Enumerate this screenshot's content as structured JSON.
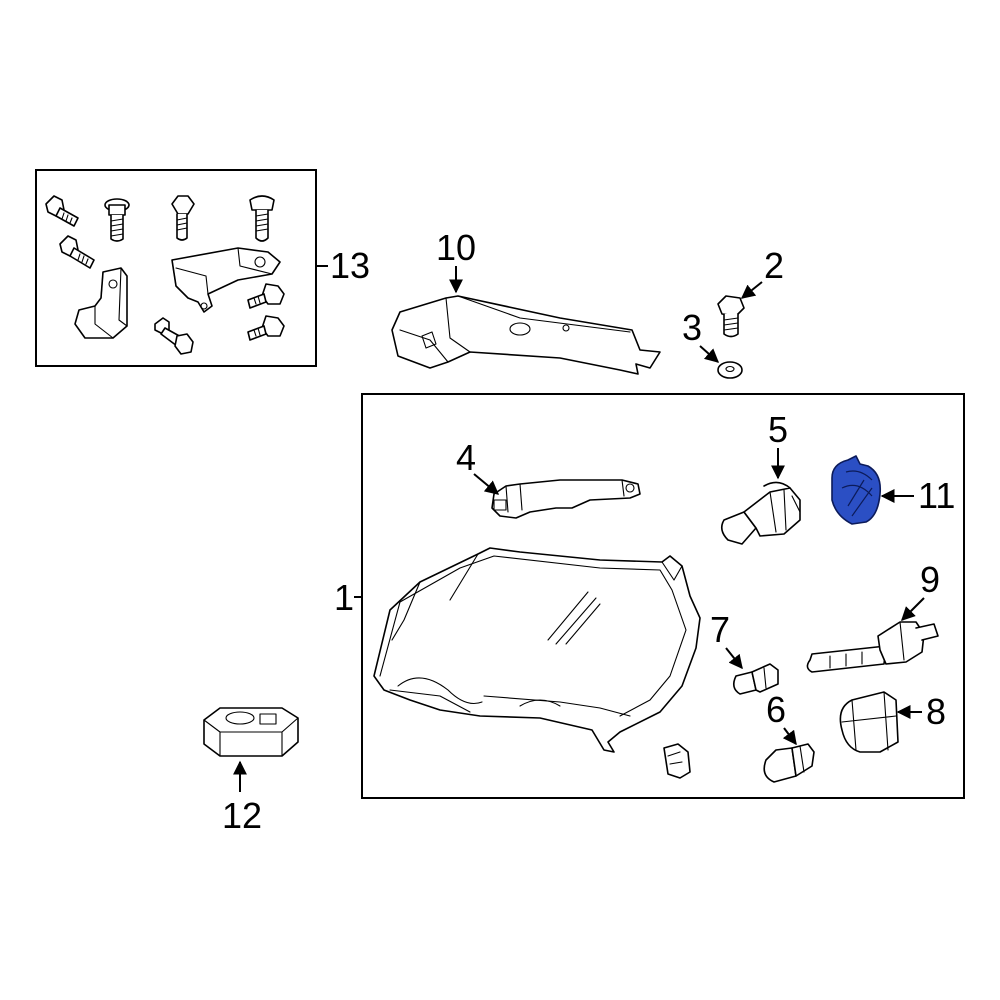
{
  "callouts": {
    "c1": "1",
    "c2": "2",
    "c3": "3",
    "c4": "4",
    "c5": "5",
    "c6": "6",
    "c7": "7",
    "c8": "8",
    "c9": "9",
    "c10": "10",
    "c11": "11",
    "c12": "12",
    "c13": "13"
  },
  "highlight": {
    "part": "11",
    "color": "#2b4fc4"
  }
}
